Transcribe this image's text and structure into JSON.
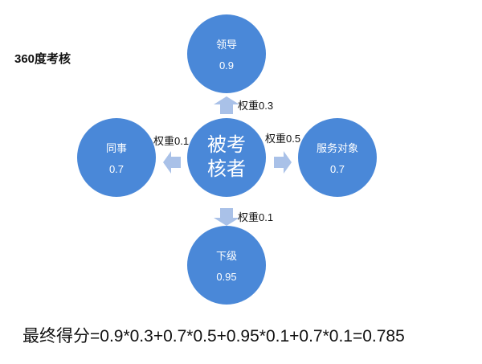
{
  "title": "360度考核",
  "center": {
    "line1": "被考",
    "line2": "核者"
  },
  "nodes": {
    "top": {
      "label": "领导",
      "value": "0.9",
      "weight": "权重0.3"
    },
    "left": {
      "label": "同事",
      "value": "0.7",
      "weight": "权重0.1"
    },
    "right": {
      "label": "服务对象",
      "value": "0.7",
      "weight": "权重0.5"
    },
    "bottom": {
      "label": "下级",
      "value": "0.95",
      "weight": "权重0.1"
    }
  },
  "formula": "最终得分=0.9*0.3+0.7*0.5+0.95*0.1+0.7*0.1=0.785",
  "colors": {
    "circle": "#4a88d8",
    "arrow": "#a9c1e8"
  }
}
